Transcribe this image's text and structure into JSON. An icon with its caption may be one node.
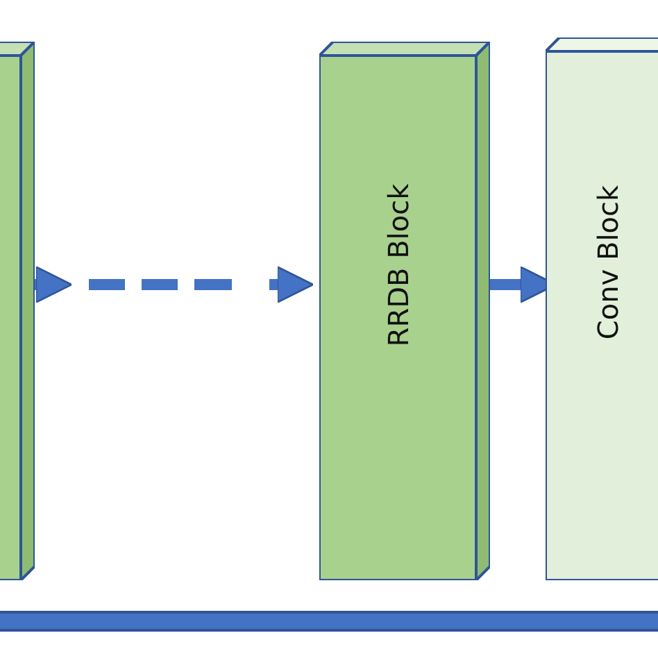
{
  "diagram": {
    "nodes": [
      {
        "text": [],
        "shape": "box"
      },
      {
        "text": [
          "RRDB Block"
        ]
      },
      {
        "text": [
          "Conv Block"
        ]
      },
      {
        "text": [],
        "shape": "bar"
      }
    ],
    "edges": [
      {
        "from": 0,
        "to": 1,
        "arrow": "to",
        "style": "dashed"
      },
      {
        "from": 1,
        "to": 2,
        "arrow": "to"
      }
    ]
  }
}
